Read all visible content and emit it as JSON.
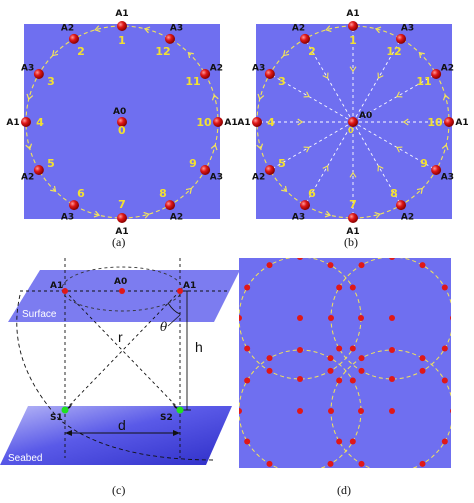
{
  "colors": {
    "panel_blue": "#6f6ff0",
    "dot_red": "#e01818",
    "label_yellow": "#f2e032",
    "dash_yellow": "#f3e45a",
    "dash_white": "#ffffff",
    "sensor_green": "#21e121"
  },
  "panel_a": {
    "caption": "(a)",
    "center_label": "A0",
    "center_number": "0",
    "nodes": [
      {
        "type": "A1",
        "number": "1"
      },
      {
        "type": "A3",
        "number": "12"
      },
      {
        "type": "A2",
        "number": "11"
      },
      {
        "type": "A1",
        "number": "10"
      },
      {
        "type": "A3",
        "number": "9"
      },
      {
        "type": "A2",
        "number": "8"
      },
      {
        "type": "A1",
        "number": "7"
      },
      {
        "type": "A3",
        "number": "6"
      },
      {
        "type": "A2",
        "number": "5"
      },
      {
        "type": "A1",
        "number": "4"
      },
      {
        "type": "A3",
        "number": "3"
      },
      {
        "type": "A2",
        "number": "2"
      }
    ]
  },
  "panel_b": {
    "caption": "(b)",
    "center_label": "A0",
    "center_number": "0",
    "nodes": [
      {
        "type": "A1",
        "number": "1"
      },
      {
        "type": "A3",
        "number": "12"
      },
      {
        "type": "A2",
        "number": "11"
      },
      {
        "type": "A1",
        "number": "10"
      },
      {
        "type": "A3",
        "number": "9"
      },
      {
        "type": "A2",
        "number": "8"
      },
      {
        "type": "A1",
        "number": "7"
      },
      {
        "type": "A3",
        "number": "6"
      },
      {
        "type": "A2",
        "number": "5"
      },
      {
        "type": "A1",
        "number": "4"
      },
      {
        "type": "A3",
        "number": "3"
      },
      {
        "type": "A2",
        "number": "2"
      }
    ]
  },
  "panel_c": {
    "caption": "(c)",
    "surface_label": "Surface",
    "seabed_label": "Seabed",
    "left_anchor": "A1",
    "center_anchor": "A0",
    "right_anchor": "A1",
    "left_sensor": "S1",
    "right_sensor": "S2",
    "range_symbol": "r",
    "angle_symbol": "θ",
    "height_symbol": "h",
    "distance_symbol": "d"
  },
  "panel_d": {
    "caption": "(d)"
  }
}
